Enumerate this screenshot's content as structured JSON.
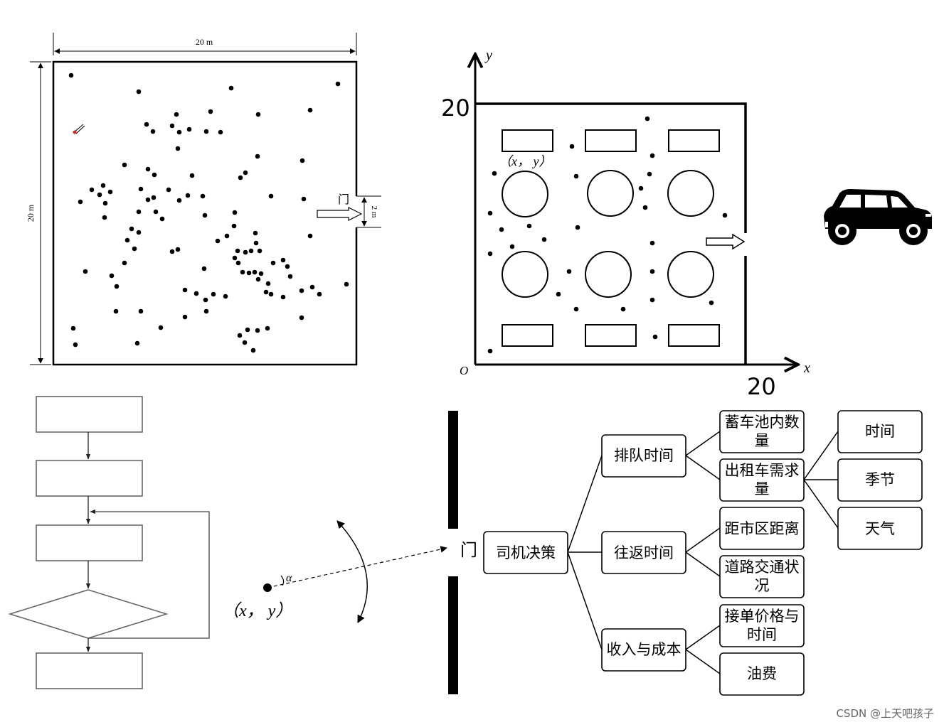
{
  "panel1": {
    "top_dim": "20 m",
    "left_dim": "20 m",
    "door_label": "门",
    "door_dim": "2 m"
  },
  "panel2": {
    "y_axis": "y",
    "x_axis": "x",
    "origin": "O",
    "y_max": "20",
    "x_max": "20",
    "point_label": "（x，  y）"
  },
  "panel3": {
    "point_label": "（x，  y）",
    "angle_label": "α"
  },
  "panel4": {
    "door_label": "门",
    "root": "司机决策",
    "level1": [
      "排队时间",
      "往返时间",
      "收入与成本"
    ],
    "queue_children": [
      [
        "蓄车池内数",
        "量"
      ],
      [
        "出租车需求",
        "量"
      ]
    ],
    "demand_children": [
      "时间",
      "季节",
      "天气"
    ],
    "trip_children": [
      [
        "距市区距离"
      ],
      [
        "道路交通状",
        "况"
      ]
    ],
    "income_children": [
      [
        "接单价格与",
        "时间"
      ],
      [
        "油费"
      ]
    ]
  },
  "watermark": "CSDN @上天吧孩子"
}
